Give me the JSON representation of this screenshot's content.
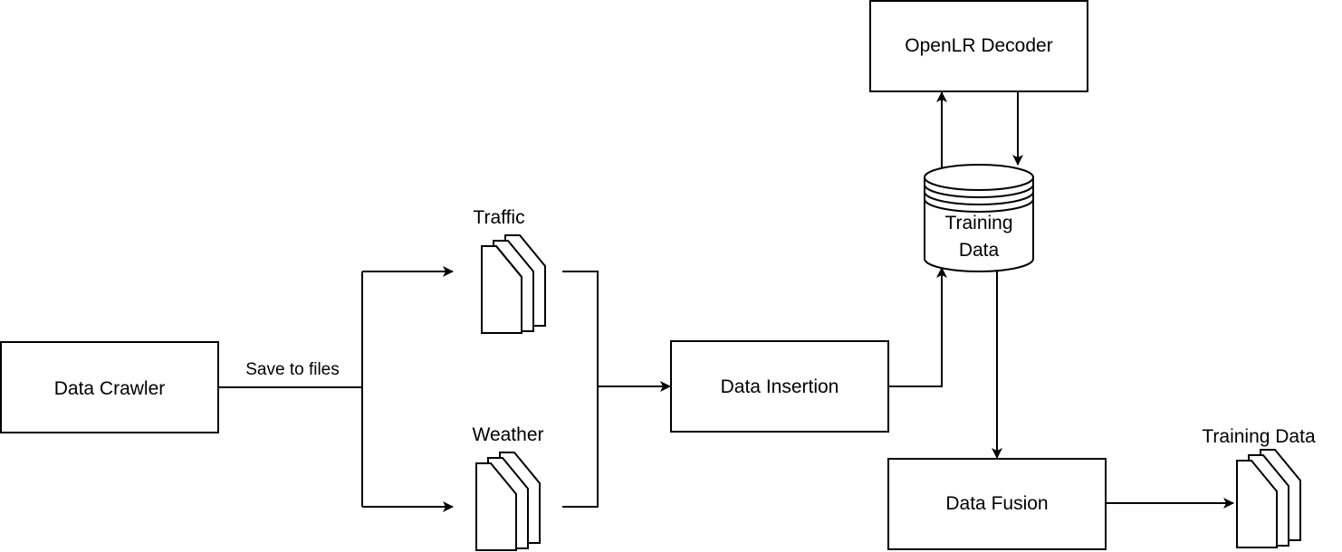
{
  "nodes": {
    "data_crawler": "Data Crawler",
    "data_insertion": "Data Insertion",
    "openlr_decoder": "OpenLR Decoder",
    "training_data_db": [
      "Training",
      "Data"
    ],
    "data_fusion": "Data Fusion"
  },
  "files": {
    "traffic": "Traffic",
    "weather": "Weather",
    "training_data": "Training Data"
  },
  "edges": {
    "save_to_files": "Save to files"
  },
  "icons": {
    "document_stack": "multi-document-icon",
    "database": "database-cylinder-icon"
  }
}
